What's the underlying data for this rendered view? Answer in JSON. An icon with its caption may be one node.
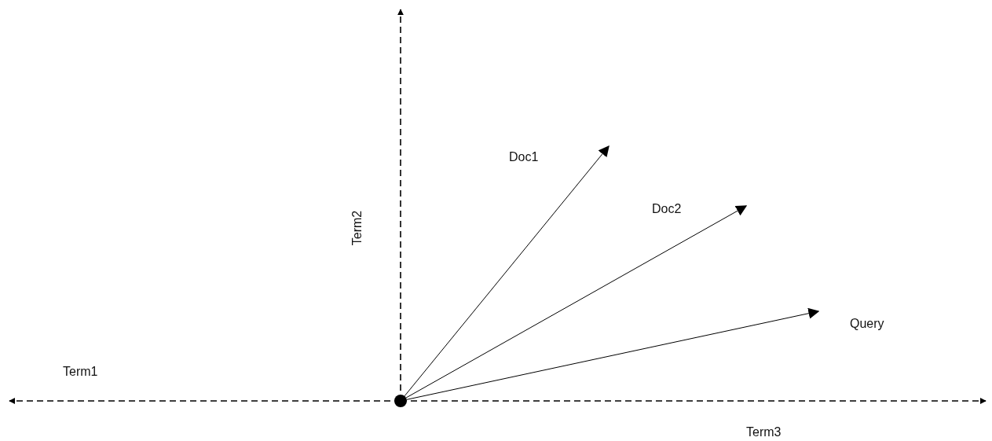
{
  "diagram": {
    "nodes": [
      {
        "text": [],
        "shape": "circle"
      },
      {
        "text": [
          "Doc1"
        ]
      },
      {
        "text": [
          "Doc2"
        ]
      },
      {
        "text": [
          "Query"
        ]
      }
    ],
    "edges": [
      {
        "from": 0,
        "to": 1,
        "arrow": "to"
      },
      {
        "from": 0,
        "to": 2,
        "arrow": "to"
      },
      {
        "from": 0,
        "to": 3,
        "arrow": "to"
      }
    ],
    "labels": [
      "Term2",
      "Term1",
      "Term3"
    ]
  }
}
